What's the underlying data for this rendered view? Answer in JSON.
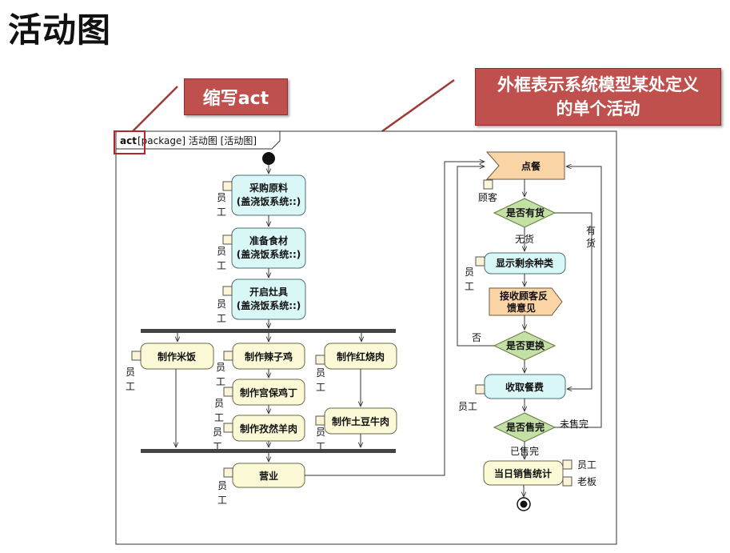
{
  "page_title": "活动图",
  "callouts": {
    "abbrev": "缩写act",
    "frame_line1": "外框表示系统模型某处定义",
    "frame_line2": "的单个活动"
  },
  "frame": {
    "label_act": "act",
    "label_rest": "[package] 活动图 [活动图]"
  },
  "left": {
    "actions": [
      {
        "line1": "采购原料",
        "line2": "(盖浇饭系统::)"
      },
      {
        "line1": "准备食材",
        "line2": "(盖浇饭系统::)"
      },
      {
        "line1": "开启灶具",
        "line2": "(盖浇饭系统::)"
      }
    ],
    "cook": [
      "制作米饭",
      "制作辣子鸡",
      "制作宫保鸡丁",
      "制作孜然羊肉",
      "制作红烧肉",
      "制作土豆牛肉"
    ],
    "business": "营业",
    "role_a": "员",
    "role_b": "工"
  },
  "right": {
    "order": "点餐",
    "customer": "顾客",
    "in_stock_q": "是否有货",
    "no_stock": "无货",
    "has_stock_a": "有",
    "has_stock_b": "货",
    "show_remaining": "显示剩余种类",
    "feedback_line1": "接收顾客反",
    "feedback_line2": "馈意见",
    "no": "否",
    "replace_q": "是否更换",
    "collect": "收取餐费",
    "staff": "员工",
    "sold_out_q": "是否售完",
    "not_sold_out": "未售完",
    "sold_out": "已售完",
    "daily_stats": "当日销售统计",
    "boss": "老板"
  }
}
